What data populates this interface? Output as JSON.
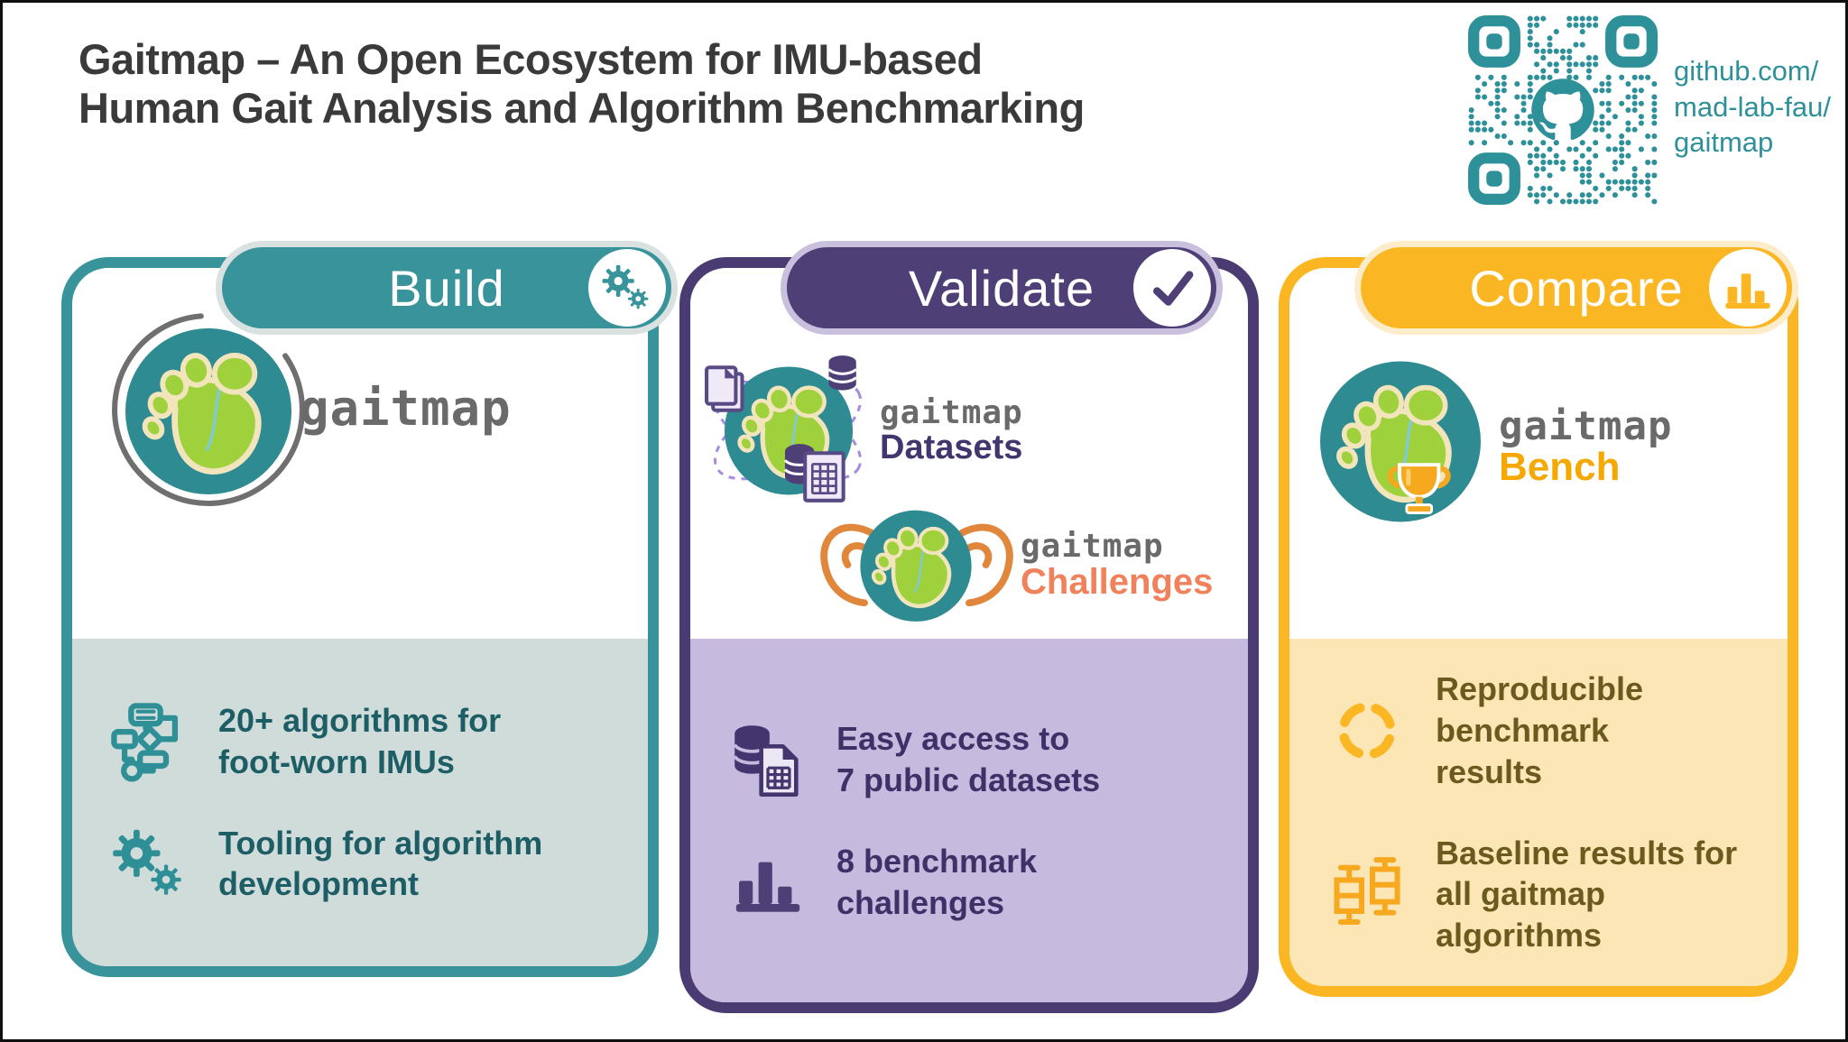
{
  "header": {
    "title_line1": "Gaitmap – An Open Ecosystem for IMU-based",
    "title_line2": "Human Gait Analysis and Algorithm Benchmarking"
  },
  "qr": {
    "lines": [
      "github.com/",
      "mad-lab-fau/",
      "gaitmap"
    ],
    "icon": "github-octocat-icon"
  },
  "cards": [
    {
      "label": "Build",
      "header_icon": "gears-icon",
      "accent_color": "#38939b",
      "body_color": "#d0dcd9",
      "text_color": "#1d5e66",
      "logos": [
        {
          "word": "gaitmap",
          "suffix": ""
        }
      ],
      "bullets": [
        {
          "icon": "flowchart-icon",
          "lines": [
            "20+ algorithms for",
            "foot-worn IMUs"
          ]
        },
        {
          "icon": "gears-icon",
          "lines": [
            "Tooling for algorithm",
            "development"
          ]
        }
      ]
    },
    {
      "label": "Validate",
      "header_icon": "checkmark-icon",
      "accent_color": "#4a3c72",
      "body_color": "#c6bade",
      "text_color": "#3f3168",
      "logos": [
        {
          "word": "gaitmap",
          "suffix": "Datasets",
          "suffix_color": "#43356e"
        },
        {
          "word": "gaitmap",
          "suffix": "Challenges",
          "suffix_color": "#f0815a"
        }
      ],
      "bullets": [
        {
          "icon": "database-spreadsheet-icon",
          "lines": [
            "Easy access to",
            "7 public datasets"
          ]
        },
        {
          "icon": "bar-chart-icon",
          "lines": [
            "8 benchmark",
            "challenges"
          ]
        }
      ]
    },
    {
      "label": "Compare",
      "header_icon": "bar-chart-icon",
      "accent_color": "#fbb723",
      "body_color": "#fde6b6",
      "text_color": "#6b5a1e",
      "logos": [
        {
          "word": "gaitmap",
          "suffix": "Bench",
          "suffix_color": "#f5a800"
        }
      ],
      "bullets": [
        {
          "icon": "cycle-icon",
          "lines": [
            "Reproducible benchmark",
            "results"
          ]
        },
        {
          "icon": "box-plots-icon",
          "lines": [
            "Baseline results for",
            "all gaitmap algorithms"
          ]
        }
      ]
    }
  ],
  "colors": {
    "title": "#3a3a3a",
    "qr_teal": "#2e9099",
    "wordmark_gray": "#6a6a6a",
    "foot_circle": "#2e8b91",
    "foot_green": "#9fd13c",
    "foot_cream": "#f2e4bb"
  }
}
